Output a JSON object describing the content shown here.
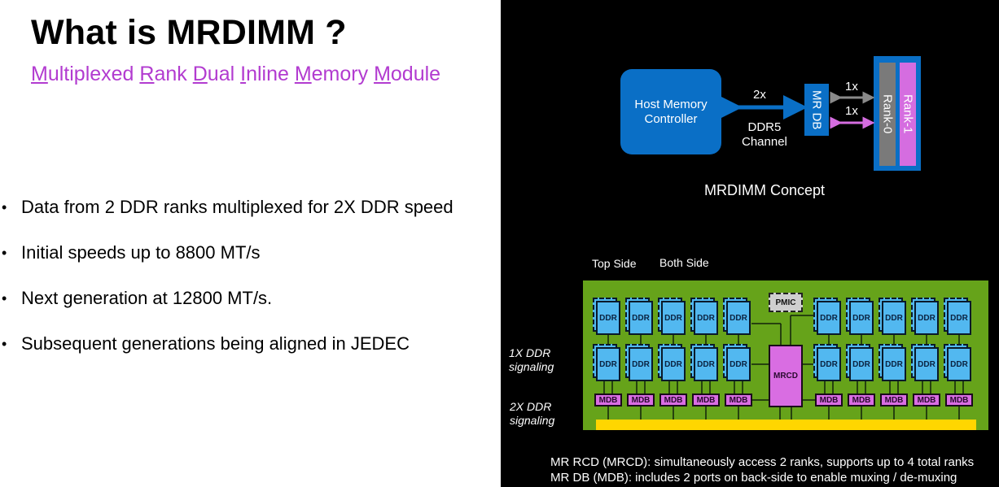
{
  "slide": {
    "title": "What is MRDIMM ?",
    "subtitle_parts": [
      {
        "cap": "M",
        "rest": "ultiplexed "
      },
      {
        "cap": "R",
        "rest": "ank "
      },
      {
        "cap": "D",
        "rest": "ual "
      },
      {
        "cap": "I",
        "rest": "nline "
      },
      {
        "cap": "M",
        "rest": "emory "
      },
      {
        "cap": "M",
        "rest": "odule"
      }
    ],
    "bullets": [
      "Data from 2 DDR ranks multiplexed for 2X DDR speed",
      "Initial speeds up to 8800 MT/s",
      "Next generation at 12800 MT/s.",
      "Subsequent generations being aligned in JEDEC"
    ],
    "bullet_glyph": "•"
  },
  "concept": {
    "host_controller": "Host Memory Controller",
    "host_line1": "Host Memory",
    "host_line2": "Controller",
    "channel_rate": "2x",
    "channel_line1": "DDR5",
    "channel_line2": "Channel",
    "mr_db": "MR DB",
    "rank_rate_top": "1x",
    "rank_rate_bottom": "1x",
    "rank0": "Rank-0",
    "rank1": "Rank-1",
    "caption": "MRDIMM Concept"
  },
  "module": {
    "top_side_label": "Top Side",
    "both_side_label": "Both Side",
    "signal_1x_line1": "1X DDR",
    "signal_1x_line2": "signaling",
    "signal_2x_line1": "2X DDR",
    "signal_2x_line2": "signaling",
    "ddr_label": "DDR",
    "mdb_label": "MDB",
    "mrcd_label": "MRCD",
    "pmic_label": "PMIC",
    "ddr_chip_count": 20,
    "mdb_count": 10
  },
  "notes": [
    "MR RCD (MRCD): simultaneously access 2 ranks, supports up to 4 total ranks",
    "MR DB (MDB): includes 2 ports on back-side to enable muxing / de-muxing"
  ],
  "colors": {
    "subtitle": "#b23bd0",
    "host_blue": "#0a6fc6",
    "rank0_gray": "#7a7a7a",
    "rank1_pink": "#d56de0",
    "board_green": "#66a31a",
    "ddr_blue": "#52b8f0",
    "mdb_pink": "#d96de2",
    "bus_yellow": "#ffd600"
  }
}
